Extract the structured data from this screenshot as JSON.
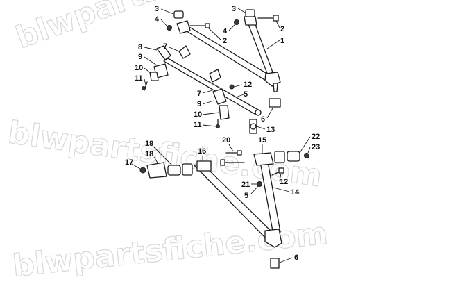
{
  "watermark": {
    "text": "blwpartsfiche.com",
    "color": "#d8d8d8"
  },
  "callouts": [
    "1",
    "2",
    "3",
    "4",
    "5",
    "6",
    "7",
    "8",
    "9",
    "10",
    "11",
    "12",
    "13",
    "14",
    "15",
    "16",
    "17",
    "18",
    "19",
    "20",
    "21",
    "22",
    "23"
  ],
  "colors": {
    "line": "#1a1a1a",
    "background": "#ffffff"
  }
}
